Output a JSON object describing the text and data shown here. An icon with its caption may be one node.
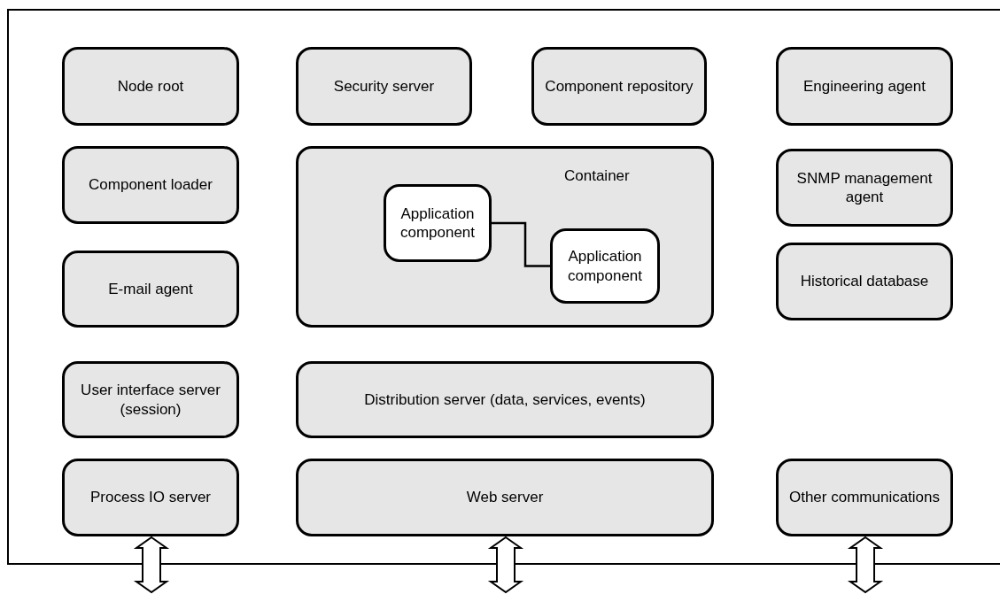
{
  "diagram": {
    "nodes": [
      {
        "text": [
          "Node root"
        ]
      },
      {
        "text": [
          "Security server"
        ]
      },
      {
        "text": [
          "Component repository"
        ]
      },
      {
        "text": [
          "Engineering agent"
        ]
      },
      {
        "text": [
          "Component loader"
        ]
      },
      {
        "text": [
          "Container"
        ]
      },
      {
        "text": [
          "Application component"
        ],
        "in": 5
      },
      {
        "text": [
          "Application component"
        ],
        "in": 5
      },
      {
        "text": [
          "SNMP management agent"
        ]
      },
      {
        "text": [
          "E-mail agent"
        ]
      },
      {
        "text": [
          "Historical database"
        ]
      },
      {
        "text": [
          "User interface server (session)"
        ]
      },
      {
        "text": [
          "Distribution server (data, services, events)"
        ]
      },
      {
        "text": [
          "Process IO server"
        ]
      },
      {
        "text": [
          "Web server"
        ]
      },
      {
        "text": [
          "Other communications"
        ]
      }
    ],
    "edges": [
      {
        "from": 6,
        "to": 7,
        "arrow": "none"
      },
      {
        "from": 13,
        "to": null,
        "arrow": "both"
      },
      {
        "from": 14,
        "to": null,
        "arrow": "both"
      },
      {
        "from": 15,
        "to": null,
        "arrow": "both"
      }
    ]
  }
}
